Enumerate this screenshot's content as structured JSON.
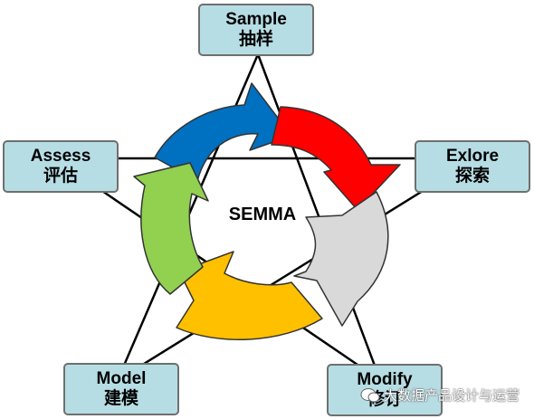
{
  "center": "SEMMA",
  "stages": {
    "sample": {
      "en": "Sample",
      "zh": "抽样",
      "color": "#0070c0"
    },
    "explore": {
      "en": "Exlore",
      "zh": "探索",
      "color": "#ff0000"
    },
    "modify": {
      "en": "Modify",
      "zh": "修订",
      "color": "#d9d9d9"
    },
    "model": {
      "en": "Model",
      "zh": "建模",
      "color": "#ffc000"
    },
    "assess": {
      "en": "Assess",
      "zh": "评估",
      "color": "#92d050"
    }
  },
  "box_color": "#b7dde4",
  "watermark": "大数据产品设计与运营"
}
